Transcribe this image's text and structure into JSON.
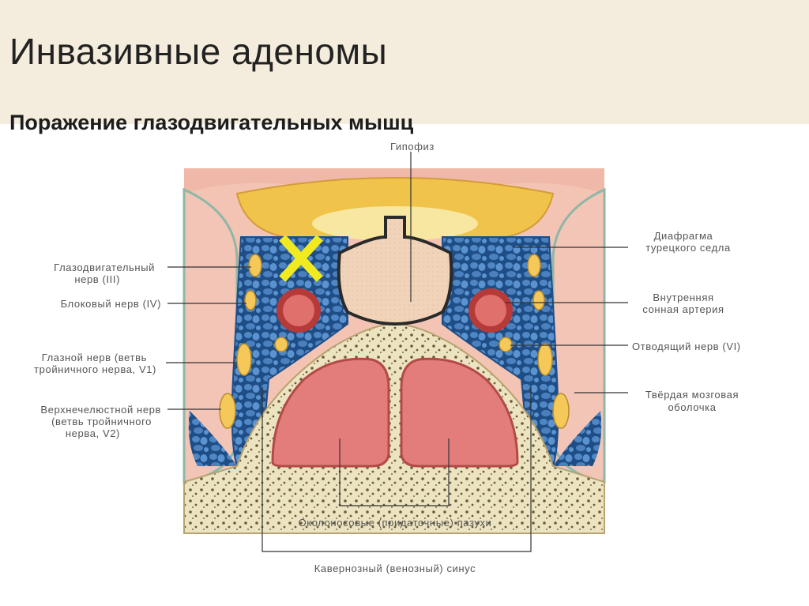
{
  "slide": {
    "title": "Инвазивные аденомы",
    "subtitle": "Поражение глазодвигательных мышц"
  },
  "diagram": {
    "labels": {
      "hypophysis": "Гипофиз",
      "oculomotor_nerve_1": "Глазодвигательный",
      "oculomotor_nerve_2": "нерв (III)",
      "trochlear_nerve": "Блоковый нерв (IV)",
      "ophthalmic_nerve_1": "Глазной нерв (ветвь",
      "ophthalmic_nerve_2": "тройничного нерва, V1)",
      "maxillary_nerve_1": "Верхнечелюстной нерв",
      "maxillary_nerve_2": "(ветвь тройничного",
      "maxillary_nerve_3": "нерва, V2)",
      "diaphragm_1": "Диафрагма",
      "diaphragm_2": "турецкого седла",
      "carotid_1": "Внутренняя",
      "carotid_2": "сонная артерия",
      "abducens_nerve": "Отводящий нерв (VI)",
      "dura_1": "Твёрдая мозговая",
      "dura_2": "оболочка",
      "sinuses": "Околоносовые (придаточные) пазухи",
      "cavernous_sinus": "Кавернозный (венозный) синус"
    },
    "colors": {
      "header_band": "#f4ecdc",
      "marker": "#f2ea20",
      "venous_plexus": "#4e87c4",
      "nerve": "#f5c85a",
      "artery": "#d9534f",
      "bone": "#ece3c0",
      "sinus": "#e07a78",
      "pituitary": "#f0d3b8"
    }
  }
}
